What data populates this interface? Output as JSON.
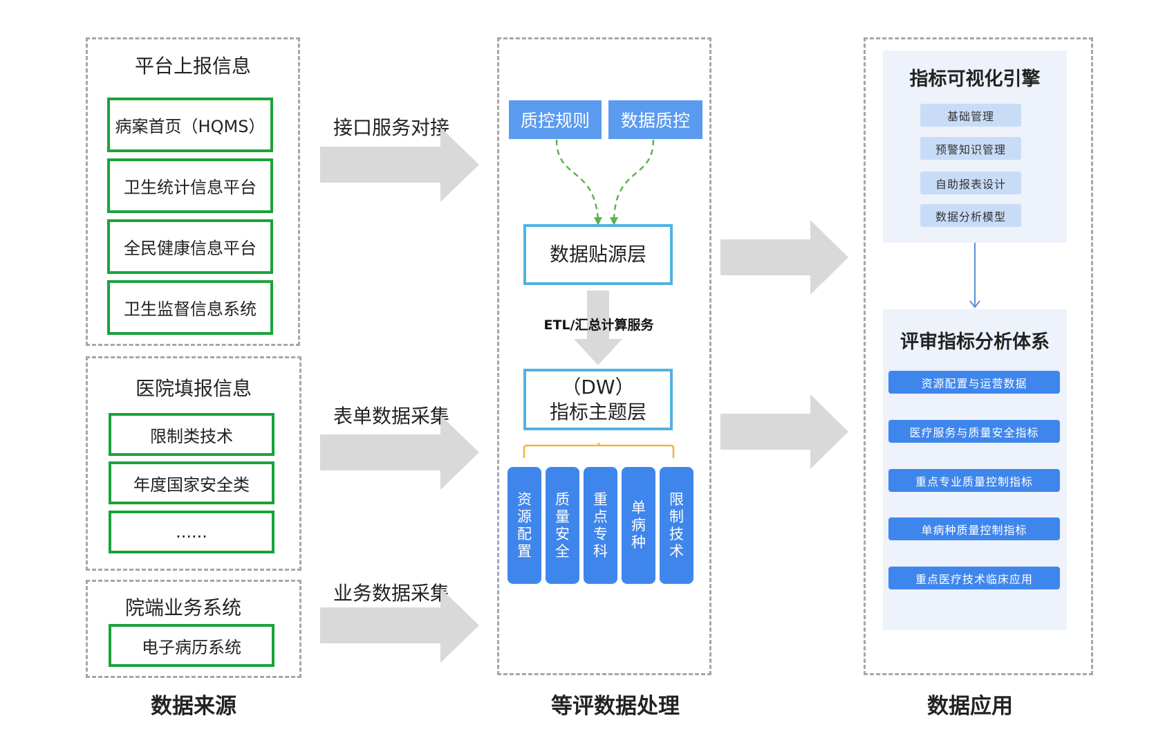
{
  "sources": {
    "platform": {
      "title": "平台上报信息",
      "items": [
        "病案首页（HQMS）",
        "卫生统计信息平台",
        "全民健康信息平台",
        "卫生监督信息系统"
      ]
    },
    "hospital": {
      "title": "医院填报信息",
      "items": [
        "限制类技术",
        "年度国家安全类",
        "......"
      ]
    },
    "business": {
      "title": "院端业务系统",
      "items": [
        "电子病历系统"
      ]
    }
  },
  "arrow_labels": [
    "接口服务对接",
    "表单数据采集",
    "业务数据采集"
  ],
  "processing": {
    "top_buttons": [
      "质控规则",
      "数据质控"
    ],
    "source_layer": "数据贴源层",
    "etl_label": "ETL/汇总计算服务",
    "dw_line1": "（DW）",
    "dw_line2": "指标主题层",
    "pillars": [
      "资源配置",
      "质量安全",
      "重点专科",
      "单病种",
      "限制技术"
    ]
  },
  "application": {
    "engine": {
      "title": "指标可视化引擎",
      "items": [
        "基础管理",
        "预警知识管理",
        "自助报表设计",
        "数据分析模型"
      ]
    },
    "system": {
      "title": "评审指标分析体系",
      "items": [
        "资源配置与运营数据",
        "医疗服务与质量安全指标",
        "重点专业质量控制指标",
        "单病种质量控制指标",
        "重点医疗技术临床应用"
      ]
    }
  },
  "footers": [
    "数据来源",
    "等评数据处理",
    "数据应用"
  ],
  "colors": {
    "green_border": "#1aa33a",
    "cyan_border": "#4fb3e0",
    "blue_fill": "#3f86ec",
    "light_blue": "#5b9bef",
    "panel_bg": "#edf2fb",
    "arrow_gray": "#d9d9d9",
    "dashed_green": "#5db34a",
    "bracket_orange": "#f0b341"
  }
}
